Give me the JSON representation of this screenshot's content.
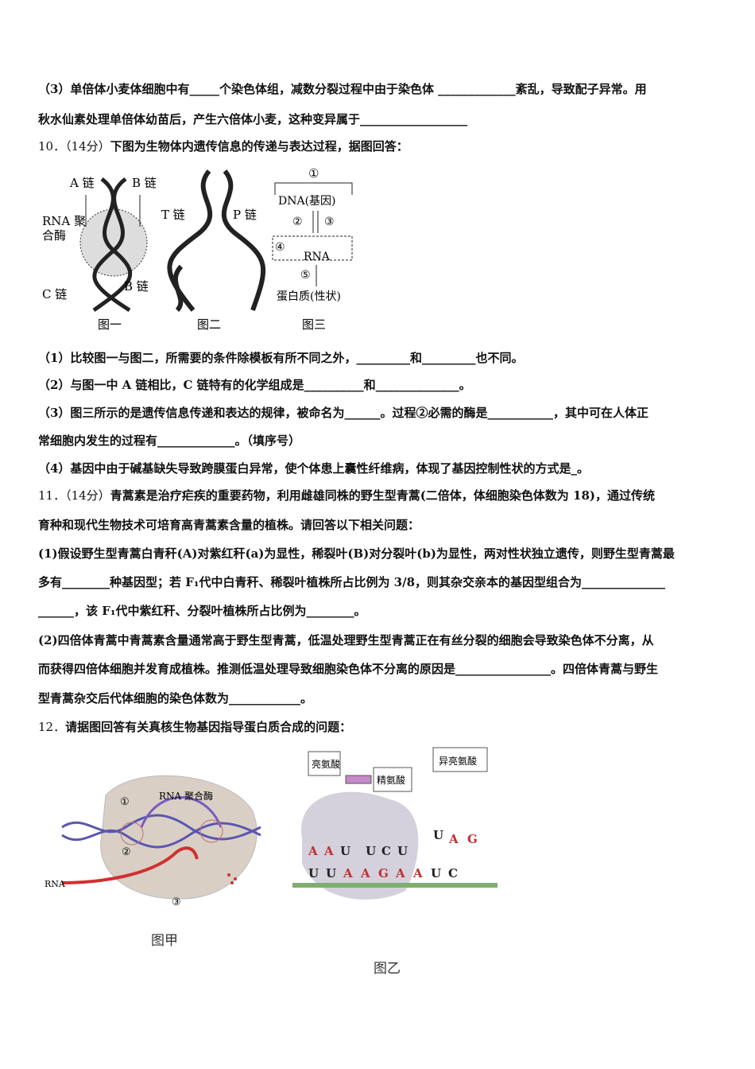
{
  "lines": {
    "l1": "（3）单倍体小麦体细胞中有_____个染色体组，减数分裂过程中由于染色体 _____________紊乱，导致配子异常。用",
    "l2": "秋水仙素处理单倍体幼苗后，产生六倍体小麦，这种变异属于__________________",
    "q10_num": "10．（14分）",
    "q10": "下图为生物体内遗传信息的传递与表达过程，据图回答：",
    "q10_1": "（1）比较图一与图二，所需要的条件除模板有所不同之外，_________和_________也不同。",
    "q10_2": "（2）与图一中 A 链相比，C 链特有的化学组成是__________和______________。",
    "q10_3a": "（3）图三所示的是遗传信息传递和表达的规律，被命名为______。过程②必需的酶是___________，其中可在人体正",
    "q10_3b": "常细胞内发生的过程有_____________。（填序号）",
    "q10_4": "（4）基因中由于碱基缺失导致跨膜蛋白异常，使个体患上囊性纤维病，体现了基因控制性状的方式是_。",
    "q11_num": "11．（14分）",
    "q11a": "青蒿素是治疗疟疾的重要药物，利用雌雄同株的野生型青蒿(二倍体，体细胞染色体数为 18)，通过传统",
    "q11b": "育种和现代生物技术可培育高青蒿素含量的植株。请回答以下相关问题：",
    "q11_1a": "(1)假设野生型青蒿白青秆(A)对紫红秆(a)为显性，稀裂叶(B)对分裂叶(b)为显性，两对性状独立遗传，则野生型青蒿最",
    "q11_1b": "多有________种基因型；若 F₁代中白青秆、稀裂叶植株所占比例为 3/8，则其杂交亲本的基因型组合为______________",
    "q11_1c": "______，该 F₁代中紫红秆、分裂叶植株所占比例为________。",
    "q11_2a": "(2)四倍体青蒿中青蒿素含量通常高于野生型青蒿，低温处理野生型青蒿正在有丝分裂的细胞会导致染色体不分离，从",
    "q11_2b": "而获得四倍体细胞并发育成植株。推测低温处理导致细胞染色体不分离的原因是________________。四倍体青蒿与野生",
    "q11_2c": "型青蒿杂交后代体细胞的染色体数为____________。",
    "q12_num": "12．",
    "q12": "请据图回答有关真核生物基因指导蛋白质合成的问题："
  },
  "fig_top": {
    "a_chain": "A 链",
    "b_chain_top": "B 链",
    "rna_pol1": "RNA 聚",
    "rna_pol2": "合酶",
    "c_chain": "C 链",
    "b_chain_bottom": "B 链",
    "t_chain": "T 链",
    "p_chain": "P 链",
    "fig1": "图一",
    "fig2": "图二",
    "fig3": "图三",
    "n1": "①",
    "dna": "DNA(基因)",
    "n2": "②",
    "n3": "③",
    "n4": "④",
    "rna": "RNA",
    "n5": "⑤",
    "protein": "蛋白质(性状)"
  },
  "fig_jia": {
    "n1": "①",
    "rna_pol": "RNA 聚合酶",
    "n2": "②",
    "n3": "③",
    "rna": "RNA",
    "caption": "图甲"
  },
  "fig_yi": {
    "leu": "亮氨酸",
    "arg": "精氨酸",
    "ile": "异亮氨酸",
    "anticodons": [
      "A",
      "A",
      "U",
      "U",
      "C",
      "U",
      "U",
      "A",
      "G"
    ],
    "codons": [
      "U",
      "U",
      "A",
      "A",
      "G",
      "A",
      "A",
      "U",
      "C"
    ],
    "caption": "图乙"
  }
}
